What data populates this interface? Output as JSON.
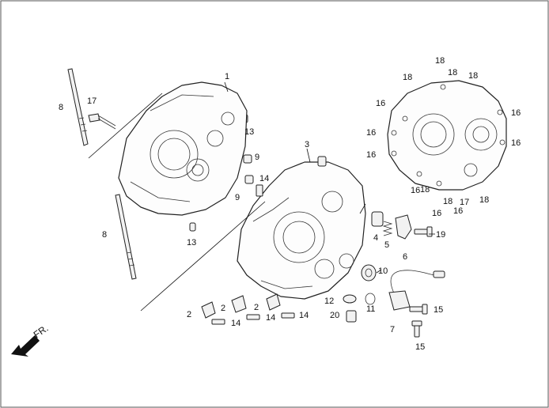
{
  "diagram": {
    "direction_label": "FR.",
    "callouts": {
      "c1": "1",
      "c2a": "2",
      "c2b": "2",
      "c2c": "2",
      "c3": "3",
      "c4": "4",
      "c5": "5",
      "c6": "6",
      "c7": "7",
      "c8a": "8",
      "c8b": "8",
      "c9a": "9",
      "c9b": "9",
      "c10": "10",
      "c11": "11",
      "c12": "12",
      "c13a": "13",
      "c13b": "13",
      "c14a": "14",
      "c14b": "14",
      "c14c": "14",
      "c14d": "14",
      "c15a": "15",
      "c15b": "15",
      "c16a": "16",
      "c16b": "16",
      "c16c": "16",
      "c16d": "16",
      "c16e": "16",
      "c16f": "16",
      "c16g": "16",
      "c16h": "16",
      "c17a": "17",
      "c17b": "17",
      "c18a": "18",
      "c18b": "18",
      "c18c": "18",
      "c18d": "18",
      "c18e": "18",
      "c18f": "18",
      "c18g": "18",
      "c19": "19",
      "c20": "20"
    }
  }
}
